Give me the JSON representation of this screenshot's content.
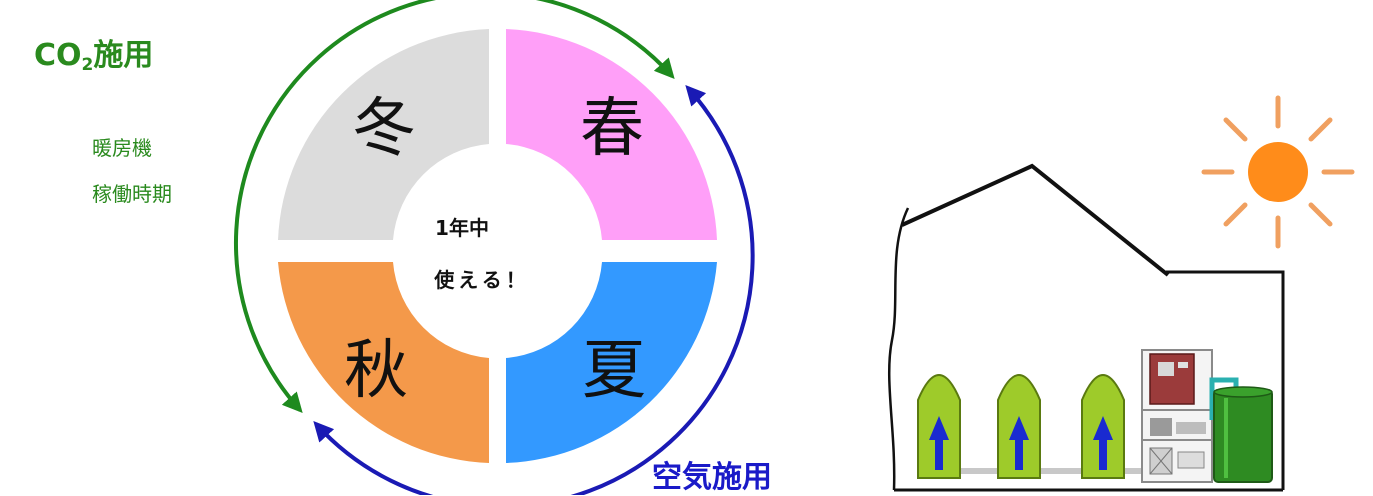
{
  "co2_label": {
    "prefix": "CO",
    "subscript": "2",
    "suffix": "施用"
  },
  "heater_period": [
    "暖房機",
    "稼働時期"
  ],
  "air_label": "空気施用",
  "center_text": [
    "1年中",
    "使える！"
  ],
  "seasons": [
    {
      "name": "冬",
      "color": "#dcdcdc"
    },
    {
      "name": "春",
      "color": "#ff9ff8"
    },
    {
      "name": "夏",
      "color": "#3399ff"
    },
    {
      "name": "秋",
      "color": "#f4994a"
    }
  ],
  "colors": {
    "co2_arc": "#1e8a1e",
    "air_arc": "#1a1ab4",
    "sun": "#ff8c1a",
    "sun_rays": "#f0a060",
    "plant": "#9ecb2a",
    "plant_arrow": "#1a2ad0",
    "tank": "#2e8b22"
  },
  "icons": [
    "sun-icon",
    "greenhouse-icon",
    "co2-generator-icon",
    "tank-icon",
    "up-arrow-icon"
  ]
}
